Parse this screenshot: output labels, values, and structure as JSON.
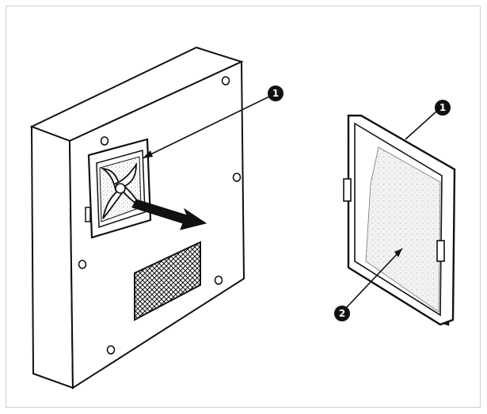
{
  "callouts": [
    {
      "id": "callout-1-unit",
      "label": "1"
    },
    {
      "id": "callout-1-filter",
      "label": "1"
    },
    {
      "id": "callout-2-sponge",
      "label": "2"
    }
  ],
  "colors": {
    "ink": "#111111",
    "paper": "#ffffff",
    "sponge": "#e9e9e9"
  }
}
